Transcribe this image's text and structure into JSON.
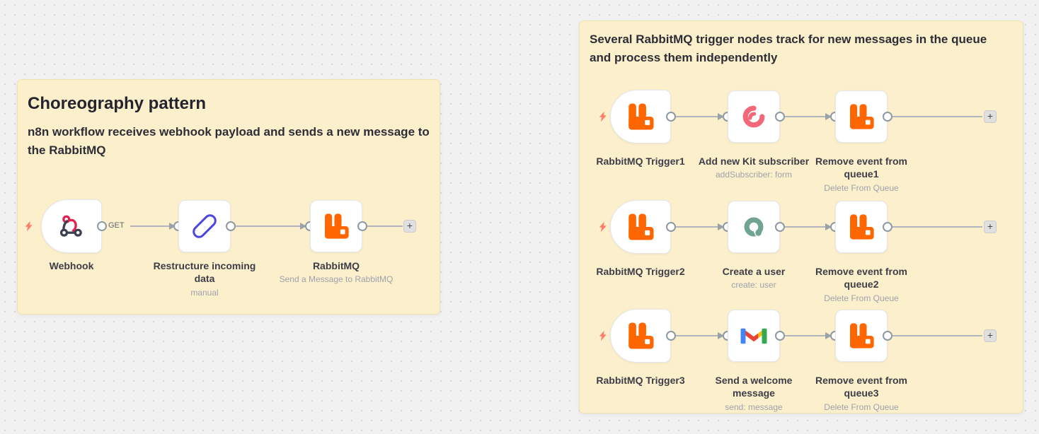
{
  "canvas": {
    "background": "#f1f1f1",
    "dot_color": "#d7d7d7"
  },
  "palette": {
    "sticky_bg": "#fcf0cc",
    "sticky_border": "#f0e2ad",
    "rabbitmq_orange": "#ff6600",
    "webhook_pink": "#e0234e",
    "webhook_gray": "#3b4151",
    "edit_blue": "#4c45df",
    "kit_pink": "#f2677a",
    "user_teal": "#6fa590",
    "gmail_red": "#ea4335",
    "gmail_blue": "#4285f4",
    "gmail_green": "#34a853",
    "gmail_yellow": "#fbbc04",
    "lightning_coral": "#ff7d6b"
  },
  "left_note": {
    "title": "Choreography pattern",
    "description": "n8n workflow receives webhook payload and sends a new message to the RabbitMQ",
    "flow": {
      "webhook": {
        "label": "Webhook",
        "connector_label": "GET"
      },
      "restructure": {
        "label": "Restructure incoming data",
        "subtitle": "manual"
      },
      "rabbitmq": {
        "label": "RabbitMQ",
        "subtitle": "Send a Message to RabbitMQ"
      }
    }
  },
  "right_note": {
    "description": "Several RabbitMQ trigger nodes track for new messages in the queue and process them independently",
    "rows": [
      {
        "trigger_label": "RabbitMQ Trigger1",
        "action_label": "Add new Kit subscriber",
        "action_subtitle": "addSubscriber: form",
        "remove_label": "Remove event from queue1",
        "remove_subtitle": "Delete From Queue"
      },
      {
        "trigger_label": "RabbitMQ Trigger2",
        "action_label": "Create a user",
        "action_subtitle": "create: user",
        "remove_label": "Remove event from queue2",
        "remove_subtitle": "Delete From Queue"
      },
      {
        "trigger_label": "RabbitMQ Trigger3",
        "action_label": "Send a welcome message",
        "action_subtitle": "send: message",
        "remove_label": "Remove event from queue3",
        "remove_subtitle": "Delete From Queue"
      }
    ]
  },
  "plus_button_label": "+"
}
